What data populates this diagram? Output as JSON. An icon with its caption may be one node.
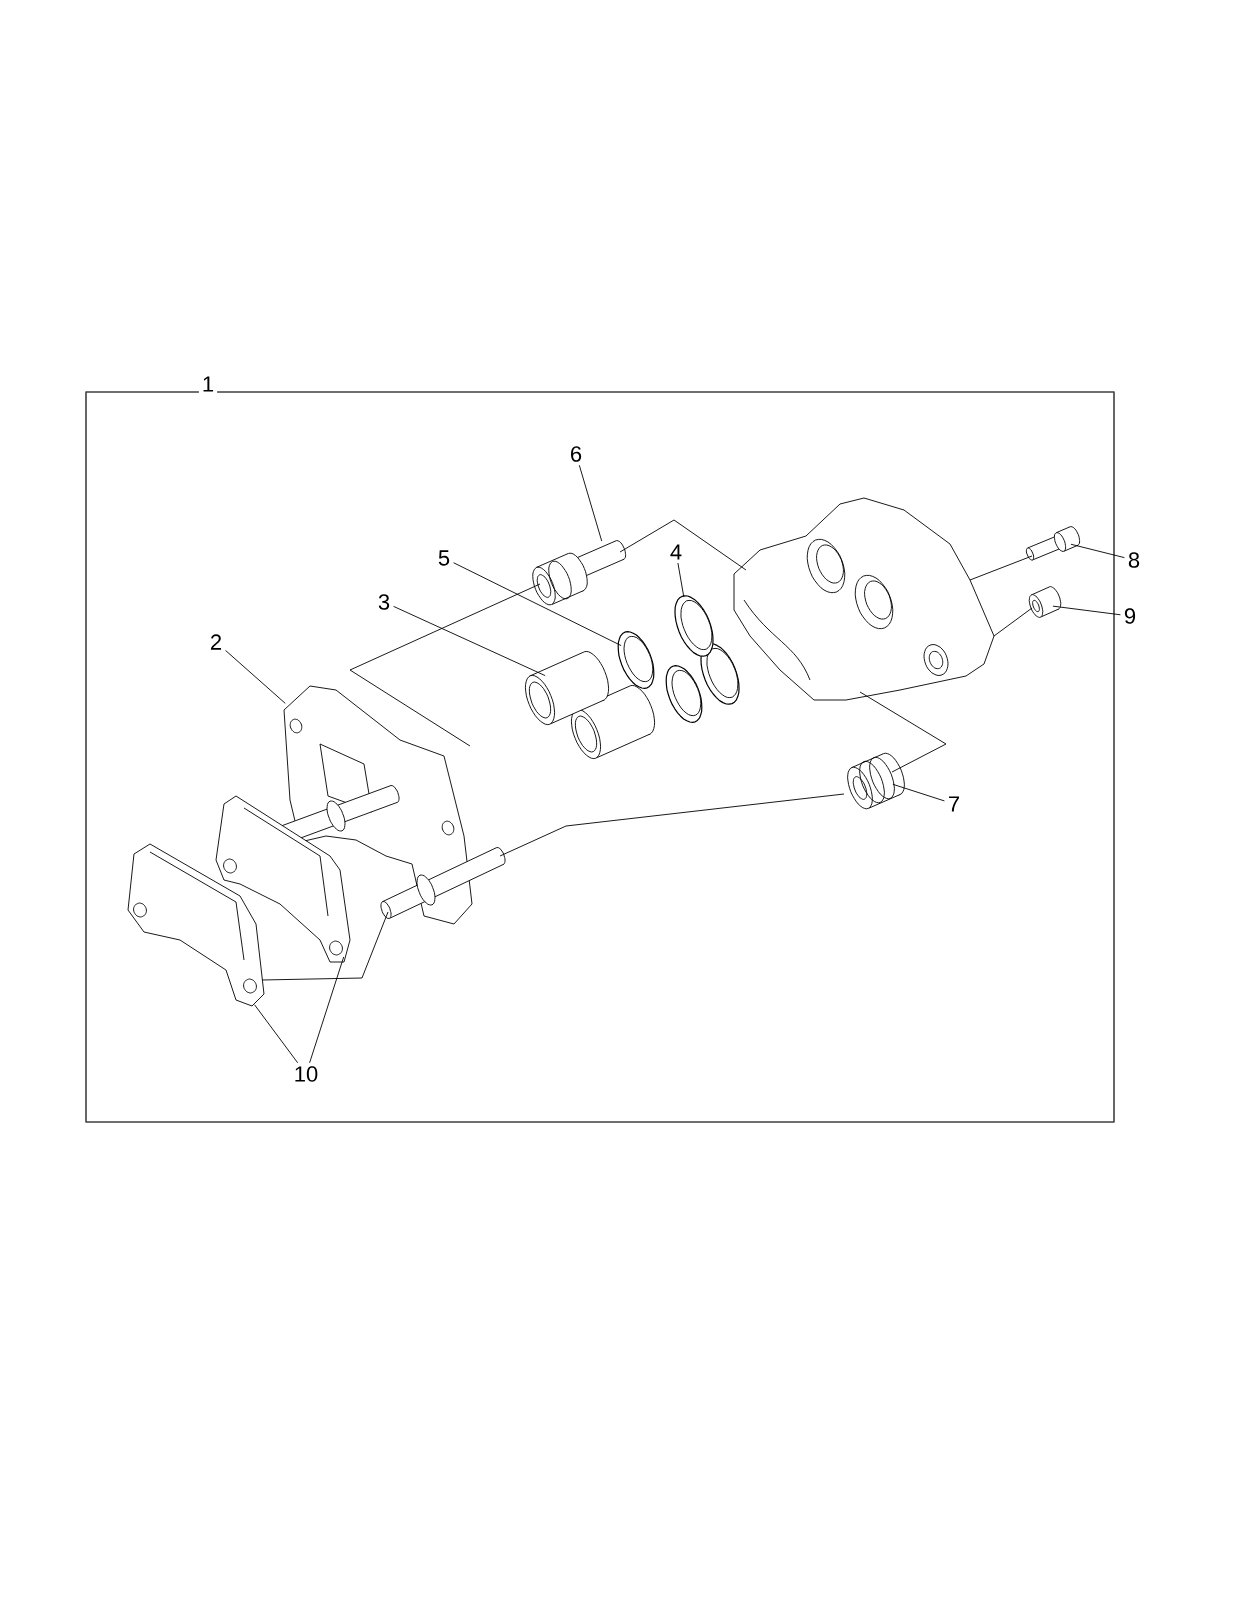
{
  "diagram": {
    "nodes": [
      {
        "text": [
          "2"
        ]
      },
      {
        "text": [],
        "shape": "picture"
      },
      {
        "text": [
          "3"
        ]
      },
      {
        "text": [],
        "shape": "picture"
      },
      {
        "text": [
          "5"
        ]
      },
      {
        "text": [],
        "shape": "picture"
      },
      {
        "text": [
          "4"
        ]
      },
      {
        "text": [],
        "shape": "picture"
      },
      {
        "text": [
          "6"
        ]
      },
      {
        "text": [],
        "shape": "picture"
      },
      {
        "text": [
          "7"
        ]
      },
      {
        "text": [],
        "shape": "picture"
      },
      {
        "text": [
          "8"
        ]
      },
      {
        "text": [],
        "shape": "picture"
      },
      {
        "text": [
          "9"
        ]
      },
      {
        "text": [],
        "shape": "picture"
      },
      {
        "text": [
          "10"
        ]
      },
      {
        "text": [],
        "shape": "picture"
      },
      {
        "text": [],
        "shape": "picture"
      },
      {
        "text": [],
        "shape": "picture"
      }
    ],
    "edges": [
      {
        "from": 0,
        "to": 1,
        "arrow": "none"
      },
      {
        "from": 2,
        "to": 3,
        "arrow": "none"
      },
      {
        "from": 4,
        "to": 5,
        "arrow": "none"
      },
      {
        "from": 6,
        "to": 7,
        "arrow": "none"
      },
      {
        "from": 8,
        "to": 9,
        "arrow": "none"
      },
      {
        "from": 10,
        "to": 11,
        "arrow": "none"
      },
      {
        "from": 12,
        "to": 13,
        "arrow": "none"
      },
      {
        "from": 14,
        "to": 15,
        "arrow": "none"
      },
      {
        "from": 16,
        "to": 17,
        "arrow": "none"
      },
      {
        "from": 16,
        "to": 18,
        "arrow": "none"
      },
      {
        "from": 9,
        "to": 1,
        "arrow": "none"
      },
      {
        "from": 9,
        "to": 19,
        "arrow": "none"
      },
      {
        "from": 19,
        "to": 11,
        "arrow": "none"
      },
      {
        "from": 11,
        "to": 1,
        "arrow": "none"
      },
      {
        "from": 19,
        "to": 13,
        "arrow": "none"
      },
      {
        "from": 19,
        "to": 15,
        "arrow": "none"
      },
      {
        "from": 17,
        "to": 1,
        "arrow": "none"
      }
    ],
    "labels": [
      "1"
    ]
  }
}
